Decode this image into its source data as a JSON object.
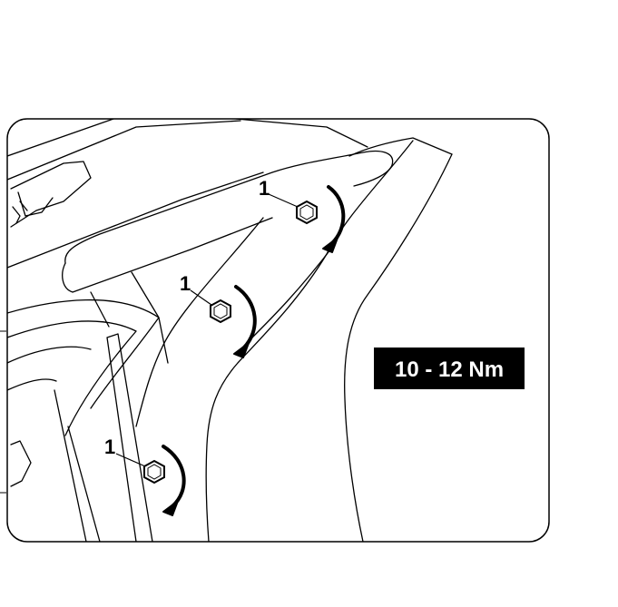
{
  "colors": {
    "line": "#000000",
    "background": "#ffffff",
    "label_background": "#000000",
    "label_text": "#ffffff"
  },
  "callouts": [
    {
      "label": "1"
    },
    {
      "label": "1"
    },
    {
      "label": "1"
    }
  ],
  "torque_label": "10 - 12 Nm"
}
